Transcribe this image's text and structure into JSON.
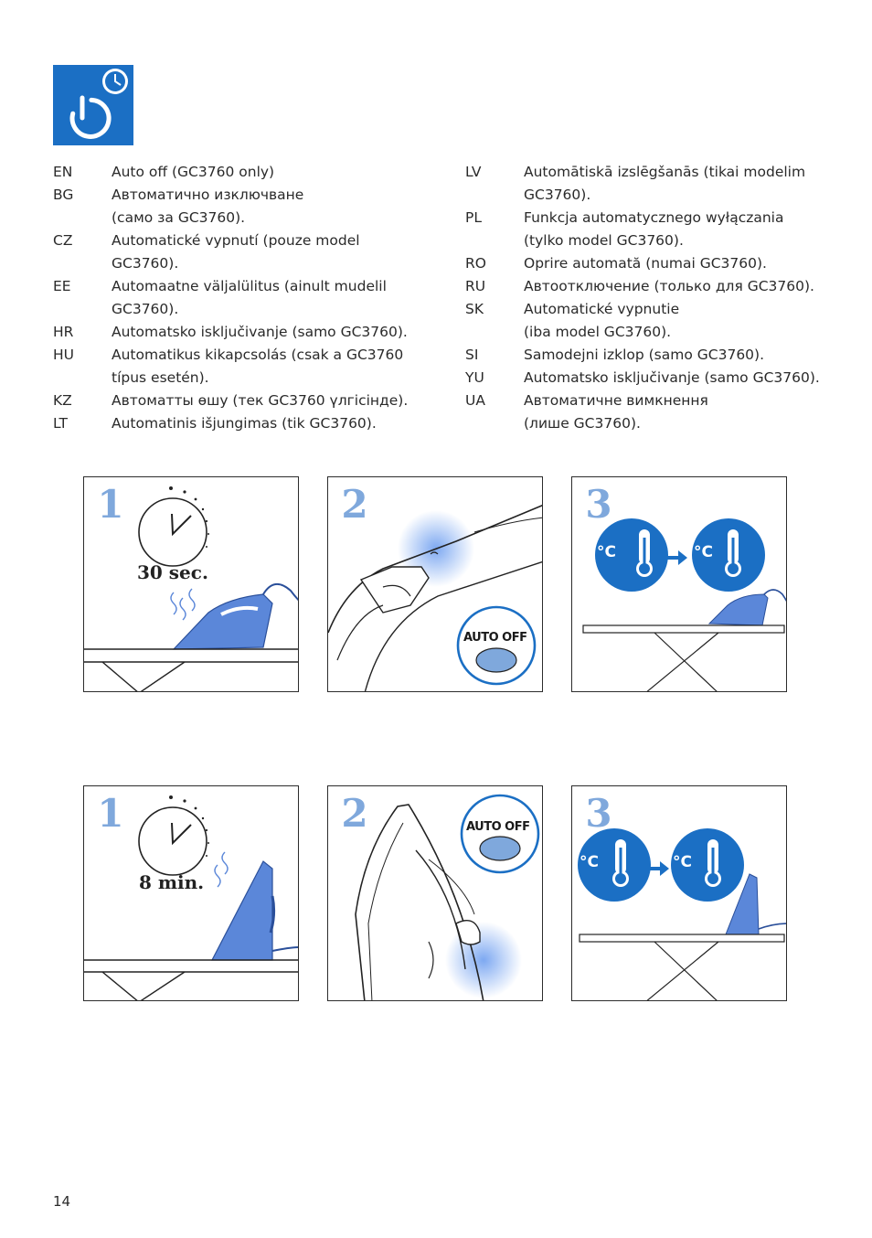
{
  "header": {
    "icon": "power-clock-icon",
    "accent_color": "#1b6fc4"
  },
  "languages_left": [
    {
      "code": "EN",
      "lines": [
        "Auto off (GC3760 only)"
      ]
    },
    {
      "code": "BG",
      "lines": [
        "Автоматично изключване",
        "(само за GC3760)."
      ]
    },
    {
      "code": "CZ",
      "lines": [
        "Automatické vypnutí (pouze model",
        "GC3760)."
      ]
    },
    {
      "code": "EE",
      "lines": [
        "Automaatne väljalülitus (ainult mudelil",
        "GC3760)."
      ]
    },
    {
      "code": "HR",
      "lines": [
        "Automatsko isključivanje (samo GC3760)."
      ]
    },
    {
      "code": "HU",
      "lines": [
        "Automatikus kikapcsolás (csak a GC3760",
        "típus esetén)."
      ]
    },
    {
      "code": "KZ",
      "lines": [
        "Автоматты өшу (тек GC3760 үлгісінде)."
      ]
    },
    {
      "code": "LT",
      "lines": [
        "Automatinis išjungimas (tik GC3760)."
      ]
    }
  ],
  "languages_right": [
    {
      "code": "LV",
      "lines": [
        "Automātiskā izslēgšanās (tikai modelim",
        "GC3760)."
      ]
    },
    {
      "code": "PL",
      "lines": [
        "Funkcja automatycznego wyłączania",
        "(tylko model GC3760)."
      ]
    },
    {
      "code": "RO",
      "lines": [
        "Oprire automată (numai GC3760)."
      ]
    },
    {
      "code": "RU",
      "lines": [
        "Автоотключение (только для GC3760)."
      ]
    },
    {
      "code": "SK",
      "lines": [
        "Automatické vypnutie",
        "(iba model GC3760)."
      ]
    },
    {
      "code": "SI",
      "lines": [
        "Samodejni izklop (samo GC3760)."
      ]
    },
    {
      "code": "YU",
      "lines": [
        "Automatsko isključivanje (samo GC3760)."
      ]
    },
    {
      "code": "UA",
      "lines": [
        "Автоматичне вимкнення",
        "(лише GC3760)."
      ]
    }
  ],
  "rows": [
    {
      "step1": {
        "number": "1",
        "duration": "30 sec.",
        "icon": "clock-icon"
      },
      "step2": {
        "number": "2",
        "badge": "AUTO OFF"
      },
      "step3": {
        "number": "3",
        "unit": "°C",
        "icon": "thermometer-icon"
      }
    },
    {
      "step1": {
        "number": "1",
        "duration": "8 min.",
        "icon": "clock-icon"
      },
      "step2": {
        "number": "2",
        "badge": "AUTO OFF"
      },
      "step3": {
        "number": "3",
        "unit": "°C",
        "icon": "thermometer-icon"
      }
    }
  ],
  "colors": {
    "blue": "#1b6fc4",
    "iron_blue": "#5b87d9",
    "step_number": "#7fa8dc",
    "glow": "#6f9ff0"
  },
  "page_number": "14"
}
